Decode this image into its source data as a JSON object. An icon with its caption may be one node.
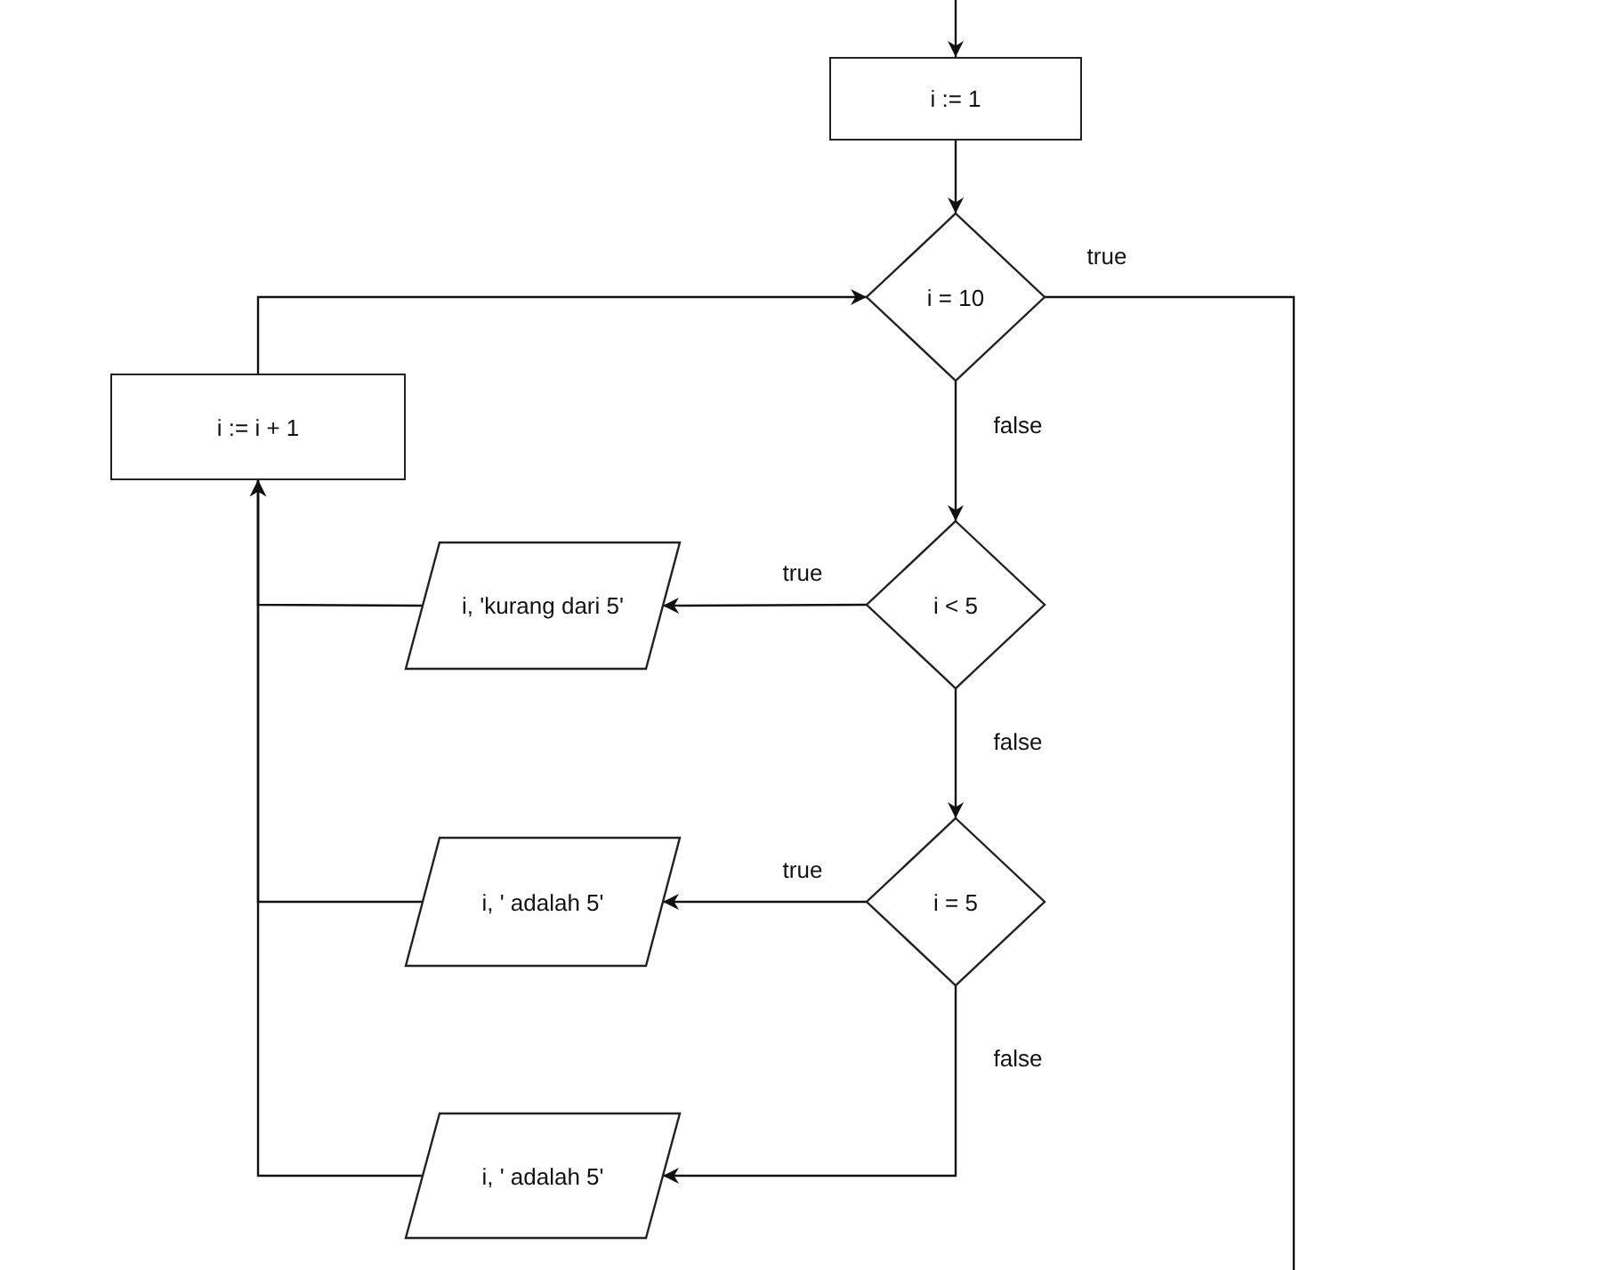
{
  "diagram": {
    "nodes": [
      {
        "text": [
          "i := 1"
        ]
      },
      {
        "text": [
          "i = 10"
        ]
      },
      {
        "text": [
          "i := i + 1"
        ]
      },
      {
        "text": [
          "i < 5"
        ]
      },
      {
        "text": [
          "i, 'kurang dari 5'"
        ]
      },
      {
        "text": [
          "i = 5"
        ]
      },
      {
        "text": [
          "i, ' adalah 5'"
        ]
      },
      {
        "text": [
          "i, ' adalah 5'"
        ]
      }
    ],
    "edges": [
      {
        "from": null,
        "to": 0,
        "arrow": "to"
      },
      {
        "from": 0,
        "to": 1,
        "arrow": "to"
      },
      {
        "from": 2,
        "to": 1,
        "arrow": "to"
      },
      {
        "from": 1,
        "to": null,
        "arrow": "none",
        "label": "true"
      },
      {
        "from": 1,
        "to": 3,
        "arrow": "to",
        "label": "false"
      },
      {
        "from": 3,
        "to": 4,
        "arrow": "to",
        "label": "true"
      },
      {
        "from": 3,
        "to": 5,
        "arrow": "to",
        "label": "false"
      },
      {
        "from": 5,
        "to": 6,
        "arrow": "to",
        "label": "true"
      },
      {
        "from": 5,
        "to": 7,
        "arrow": "to",
        "label": "false"
      },
      {
        "from": 4,
        "to": 2,
        "arrow": "to"
      },
      {
        "from": 6,
        "to": 2,
        "arrow": "to"
      },
      {
        "from": 7,
        "to": 2,
        "arrow": "to"
      }
    ]
  }
}
